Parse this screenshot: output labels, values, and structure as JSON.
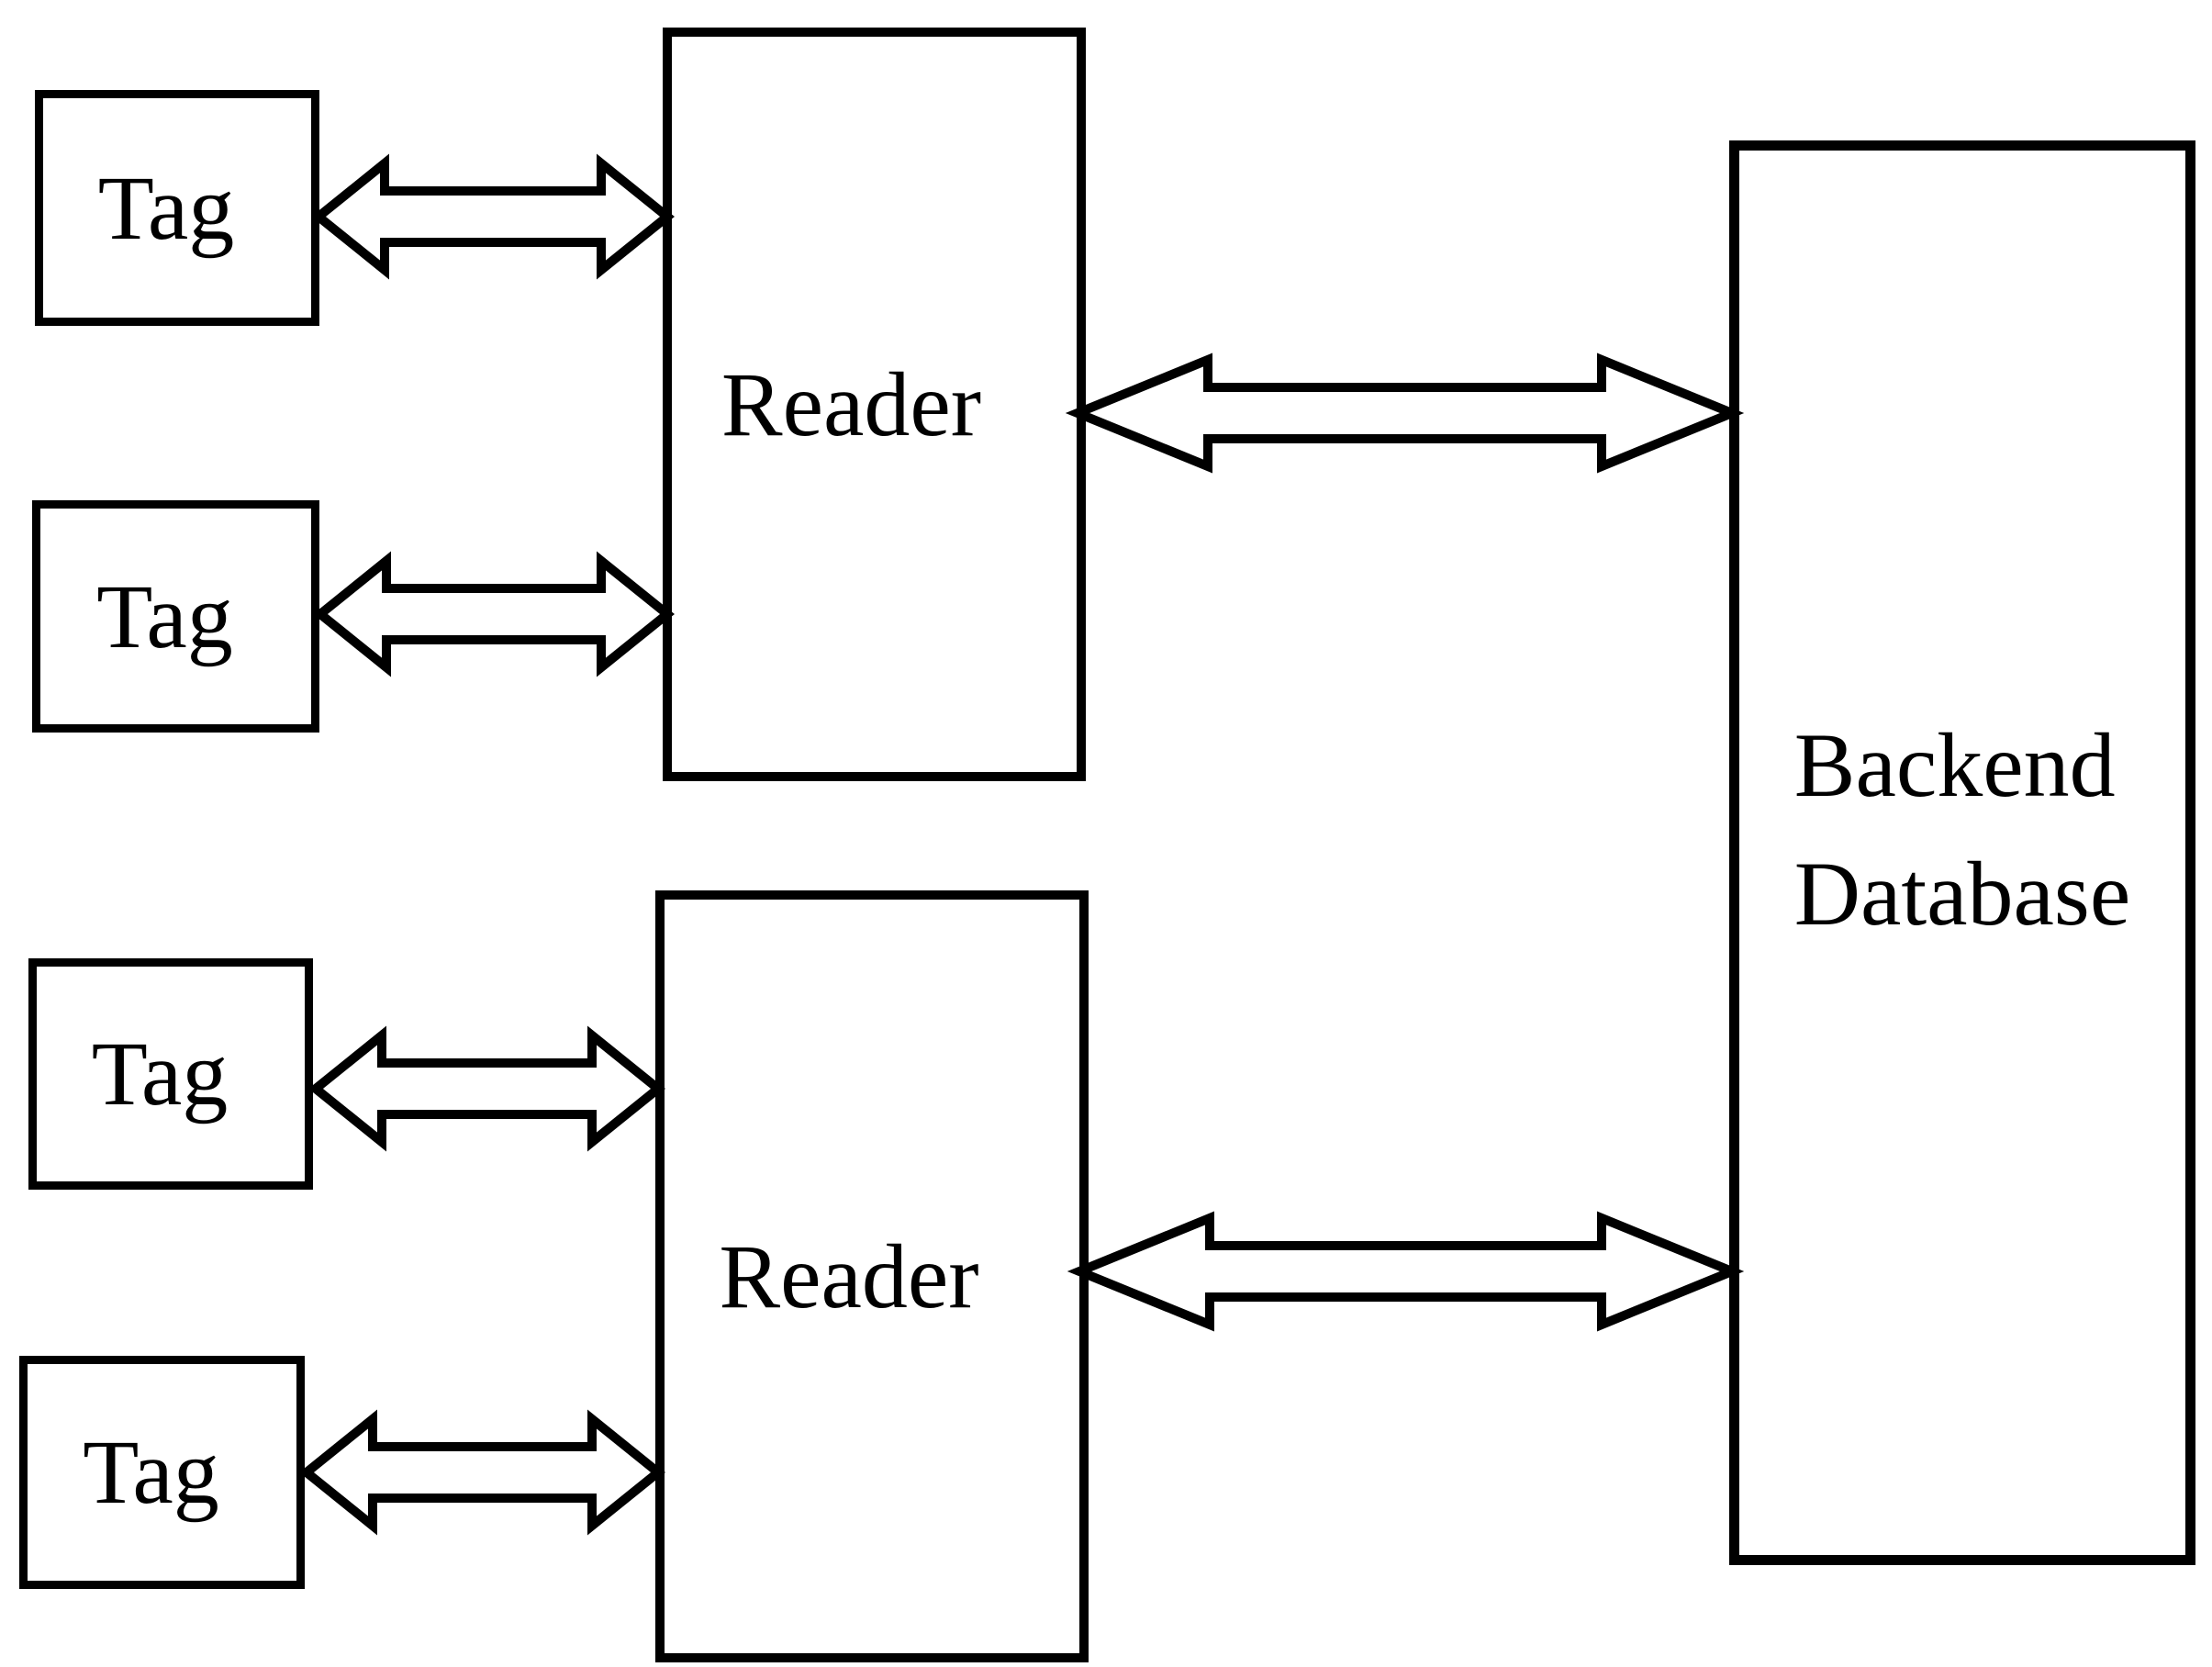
{
  "diagram": {
    "background_color": "#ffffff",
    "line_color": "#000000",
    "fill_color": "#ffffff",
    "nodes": {
      "tag1": {
        "label": "Tag"
      },
      "tag2": {
        "label": "Tag"
      },
      "tag3": {
        "label": "Tag"
      },
      "tag4": {
        "label": "Tag"
      },
      "reader1": {
        "label": "Reader"
      },
      "reader2": {
        "label": "Reader"
      },
      "backend_database": {
        "label_line1": "Backend",
        "label_line2": "Database"
      }
    },
    "edges": [
      {
        "from": "tag1",
        "to": "reader1",
        "style": "double-headed-arrow"
      },
      {
        "from": "tag2",
        "to": "reader1",
        "style": "double-headed-arrow"
      },
      {
        "from": "tag3",
        "to": "reader2",
        "style": "double-headed-arrow"
      },
      {
        "from": "tag4",
        "to": "reader2",
        "style": "double-headed-arrow"
      },
      {
        "from": "reader1",
        "to": "backend_database",
        "style": "double-headed-arrow"
      },
      {
        "from": "reader2",
        "to": "backend_database",
        "style": "double-headed-arrow"
      }
    ]
  }
}
